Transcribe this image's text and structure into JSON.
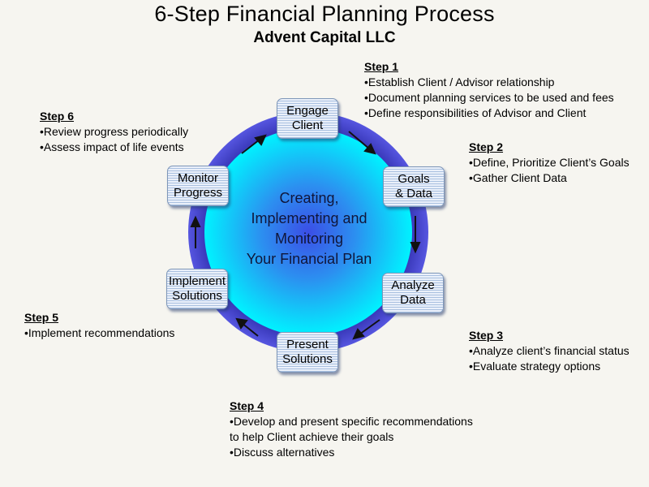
{
  "title": "6-Step Financial Planning Process",
  "subtitle": "Advent Capital LLC",
  "center": {
    "lines": [
      "Creating,",
      "Implementing and",
      "Monitoring",
      "Your Financial Plan"
    ]
  },
  "nodes": [
    {
      "id": "engage-client",
      "lines": [
        "Engage",
        "Client"
      ]
    },
    {
      "id": "goals-data",
      "lines": [
        "Goals",
        "& Data"
      ]
    },
    {
      "id": "analyze-data",
      "lines": [
        "Analyze",
        "Data"
      ]
    },
    {
      "id": "present-solutions",
      "lines": [
        "Present",
        "Solutions"
      ]
    },
    {
      "id": "implement-solutions",
      "lines": [
        "Implement",
        "Solutions"
      ]
    },
    {
      "id": "monitor-progress",
      "lines": [
        "Monitor",
        "Progress"
      ]
    }
  ],
  "steps": [
    {
      "heading": "Step 1",
      "lines": [
        "•Establish Client / Advisor relationship",
        "•Document planning services to be used and fees",
        "•Define responsibilities of Advisor and Client"
      ]
    },
    {
      "heading": "Step 2",
      "lines": [
        "•Define, Prioritize Client’s Goals",
        "•Gather Client Data"
      ]
    },
    {
      "heading": "Step 3",
      "lines": [
        "•Analyze client’s financial status",
        "•Evaluate strategy options"
      ]
    },
    {
      "heading": "Step 4",
      "lines": [
        "•Develop and present specific recommendations",
        "to help Client achieve their goals",
        "•Discuss alternatives"
      ]
    },
    {
      "heading": "Step 5",
      "lines": [
        "•Implement recommendations"
      ]
    },
    {
      "heading": "Step 6",
      "lines": [
        "•Review progress periodically",
        "•Assess impact of life events"
      ]
    }
  ],
  "colors": {
    "ring": "#4c4dd6",
    "ring_dark": "#2c2ba8",
    "center_light": "#00f2ff",
    "center_dark": "#3b4ee6",
    "arrow": "#111111"
  }
}
